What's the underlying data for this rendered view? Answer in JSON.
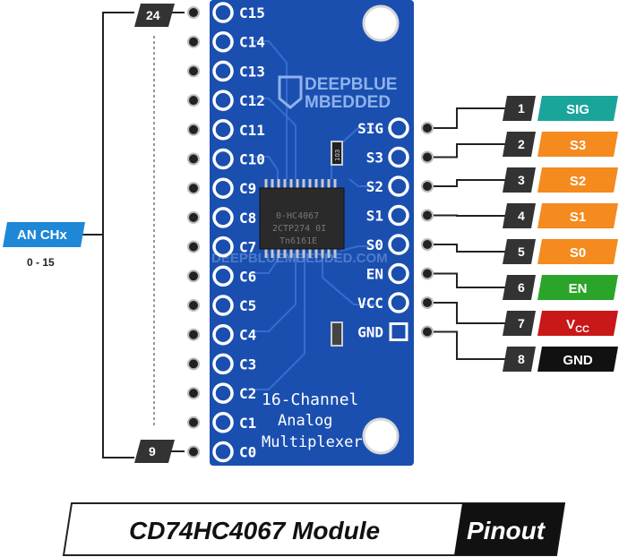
{
  "colors": {
    "board": "#1a4fb0",
    "board_dark": "#143f8c",
    "sig": "#1aa59a",
    "select": "#f58a1f",
    "en": "#2aa52a",
    "vcc": "#c81818",
    "gnd": "#111111",
    "number_tag": "#333333",
    "an_tag": "#1e88d6"
  },
  "left_pins": [
    "C15",
    "C14",
    "C13",
    "C12",
    "C11",
    "C10",
    "C9",
    "C8",
    "C7",
    "C6",
    "C5",
    "C4",
    "C3",
    "C2",
    "C1",
    "C0"
  ],
  "right_pins": [
    "SIG",
    "S3",
    "S2",
    "S1",
    "S0",
    "EN",
    "VCC",
    "GND"
  ],
  "callouts": [
    {
      "num": "1",
      "label": "SIG",
      "color": "sig"
    },
    {
      "num": "2",
      "label": "S3",
      "color": "select"
    },
    {
      "num": "3",
      "label": "S2",
      "color": "select"
    },
    {
      "num": "4",
      "label": "S1",
      "color": "select"
    },
    {
      "num": "5",
      "label": "S0",
      "color": "select"
    },
    {
      "num": "6",
      "label": "EN",
      "color": "en"
    },
    {
      "num": "7",
      "label": "V",
      "sub": "CC",
      "color": "vcc"
    },
    {
      "num": "8",
      "label": "GND",
      "color": "gnd"
    }
  ],
  "left_group": {
    "top_num": "24",
    "bottom_num": "9",
    "tag": "AN CHx",
    "range": "0 - 15"
  },
  "board_text": {
    "brand_line1": "DEEPBLUE",
    "brand_line2": "MBEDDED",
    "chip_line1": "0-HC4067",
    "chip_line2": "2CTP274 0I",
    "chip_line3": "Tn6161E",
    "watermark": "DEEPBLUEMBEDDED.COM",
    "caption_line1": "16-Channel",
    "caption_line2": "Analog",
    "caption_line3": "Multiplexer",
    "resistor_top": "103",
    "resistor_bottom": ""
  },
  "title": {
    "main": "CD74HC4067 Module",
    "tag": "Pinout"
  }
}
